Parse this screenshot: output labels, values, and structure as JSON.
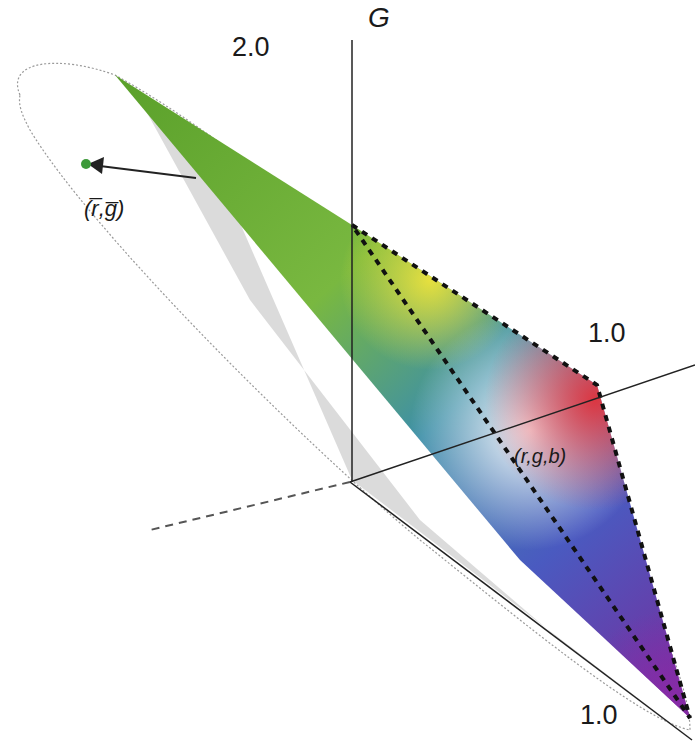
{
  "diagram": {
    "labels": [
      "G",
      "2.0",
      "1.0",
      "1.0",
      "(r̅,g̅)",
      "(r,g,b)"
    ]
  }
}
